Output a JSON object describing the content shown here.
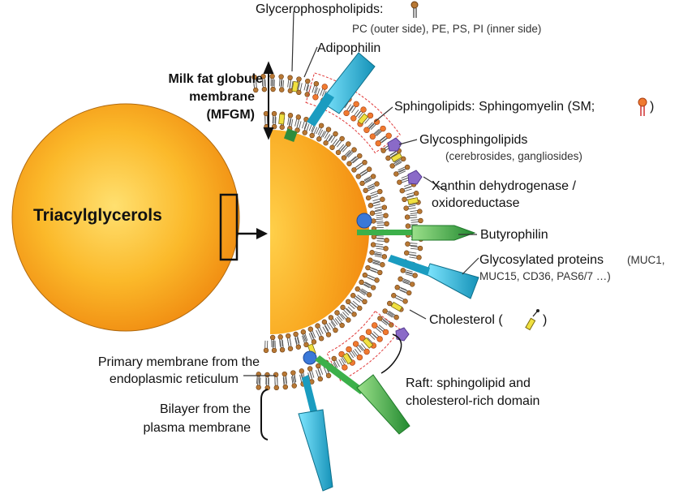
{
  "colors": {
    "core_orange": "#f7a21a",
    "core_light": "#ffd860",
    "lipid_head": "#b87834",
    "cyan_protein": "#2db8d8",
    "green_protein": "#3cb04a",
    "purple_protein": "#8a6ac8",
    "blue_sphere": "#3a78d8",
    "sm_head": "#f07a30",
    "raft_outline": "#e03838",
    "cholesterol": "#f0e040"
  },
  "labels": {
    "triacylglycerols": "Triacylglycerols",
    "glycerophospholipids": "Glycerophospholipids:",
    "glycerophospholipids_detail": "PC (outer side), PE, PS, PI (inner side)",
    "adipophilin": "Adipophilin",
    "mfgm_line1": "Milk fat globule",
    "mfgm_line2": "membrane",
    "mfgm_line3": "(MFGM)",
    "sphingolipids": "Sphingolipids: Sphingomyelin (SM;",
    "sphingolipids_close": ")",
    "glycosphingolipids": "Glycosphingolipids",
    "glycosphingolipids_detail": "(cerebrosides, gangliosides)",
    "xanthine_line1": "Xanthin dehydrogenase /",
    "xanthine_line2": "oxidoreductase",
    "butyrophilin": "Butyrophilin",
    "glycosylated_bold": "Glycosylated proteins",
    "glycosylated_detail1": "(MUC1,",
    "glycosylated_detail2": "MUC15, CD36, PAS6/7 …)",
    "cholesterol": "Cholesterol (",
    "cholesterol_close": ")",
    "primary_line1": "Primary membrane from the",
    "primary_line2": "endoplasmic reticulum",
    "raft_line1": "Raft: sphingolipid and",
    "raft_line2": "cholesterol-rich domain",
    "bilayer_line1": "Bilayer from the",
    "bilayer_line2": "plasma membrane"
  }
}
